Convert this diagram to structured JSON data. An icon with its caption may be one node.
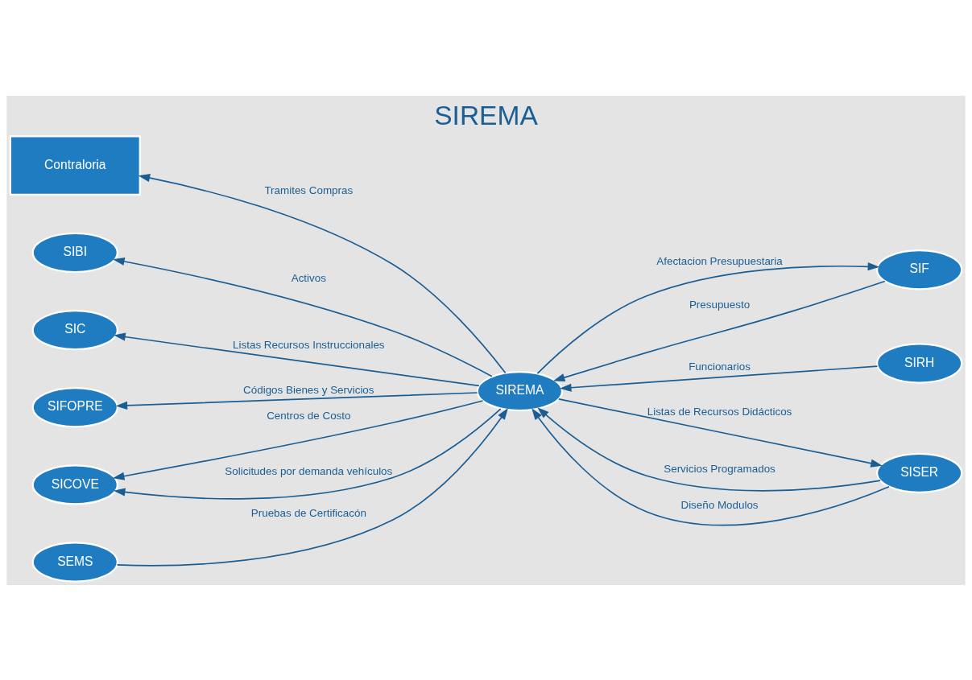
{
  "diagram": {
    "title": "SIREMA",
    "nodes": [
      {
        "text": [
          "Contraloria"
        ]
      },
      {
        "text": [
          "SIBI"
        ]
      },
      {
        "text": [
          "SIF"
        ]
      },
      {
        "text": [
          "SIRH"
        ]
      },
      {
        "text": [
          "SIC"
        ]
      },
      {
        "text": [
          "SIREMA"
        ]
      },
      {
        "text": [
          "SIFOPRE"
        ]
      },
      {
        "text": [
          "SEMS"
        ]
      },
      {
        "text": [
          "SICOVE"
        ]
      },
      {
        "text": [
          "SISER"
        ]
      }
    ],
    "edges": [
      {
        "from": 5,
        "to": 0,
        "arrow": "to",
        "label": "Tramites Compras"
      },
      {
        "from": 5,
        "to": 1,
        "arrow": "to",
        "label": "Activos"
      },
      {
        "from": 5,
        "to": 2,
        "arrow": "to",
        "label": "Afectacion Presupuestaria"
      },
      {
        "from": 2,
        "to": 5,
        "arrow": "to",
        "label": "Presupuesto"
      },
      {
        "from": 3,
        "to": 5,
        "arrow": "to",
        "label": "Funcionarios"
      },
      {
        "from": 5,
        "to": 4,
        "arrow": "to",
        "label": "Listas Recursos Instruccionales"
      },
      {
        "from": 5,
        "to": 6,
        "arrow": "to",
        "label": "Códigos Bienes y Servicios"
      },
      {
        "from": 7,
        "to": 5,
        "arrow": "to",
        "label": "Pruebas de Certificacón"
      },
      {
        "from": 5,
        "to": 8,
        "arrow": "to",
        "label": "Centros de Costo"
      },
      {
        "from": 5,
        "to": 8,
        "arrow": "to",
        "label": "Solicitudes por demanda vehículos"
      },
      {
        "from": 9,
        "to": 5,
        "arrow": "to",
        "label": "Servicios Programados"
      },
      {
        "from": 9,
        "to": 5,
        "arrow": "to",
        "label": "Diseño Modulos"
      },
      {
        "from": 5,
        "to": 9,
        "arrow": "to",
        "label": "Listas de Recursos Didácticos"
      }
    ]
  }
}
